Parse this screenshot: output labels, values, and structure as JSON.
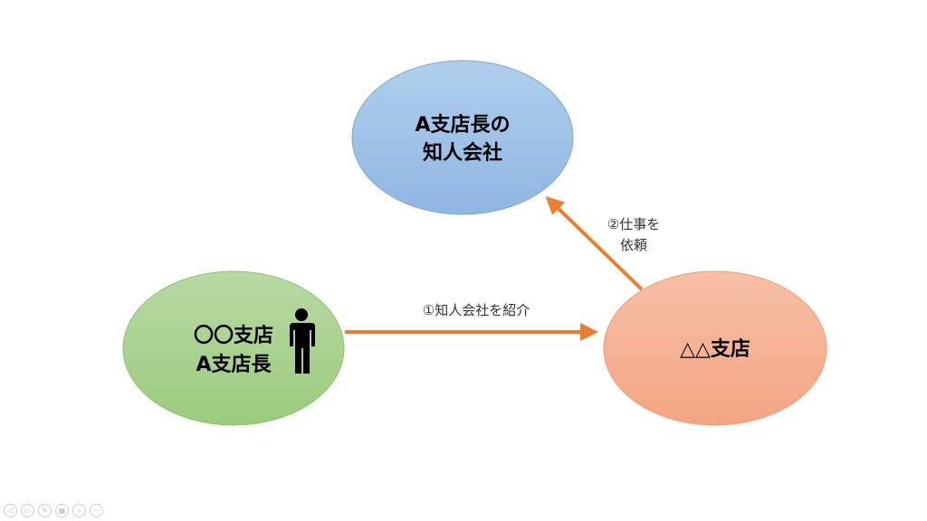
{
  "nodes": {
    "acquaintance_company": {
      "line1": "A支店長の",
      "line2": "知人会社",
      "color": "#9dc3e6"
    },
    "branch_oo": {
      "line1": "〇〇支店",
      "line2": "A支店長",
      "color": "#a9d18e"
    },
    "branch_triangle": {
      "line1": "△△支店",
      "color": "#f4b183"
    }
  },
  "edges": {
    "introduce": {
      "label": "①知人会社を紹介"
    },
    "request": {
      "line1": "②仕事を",
      "line2": "依頼"
    }
  },
  "arrow_color": "#ed7d31",
  "controls": [
    "◁",
    "▷",
    "✎",
    "▦",
    "⌕",
    "⋯"
  ]
}
